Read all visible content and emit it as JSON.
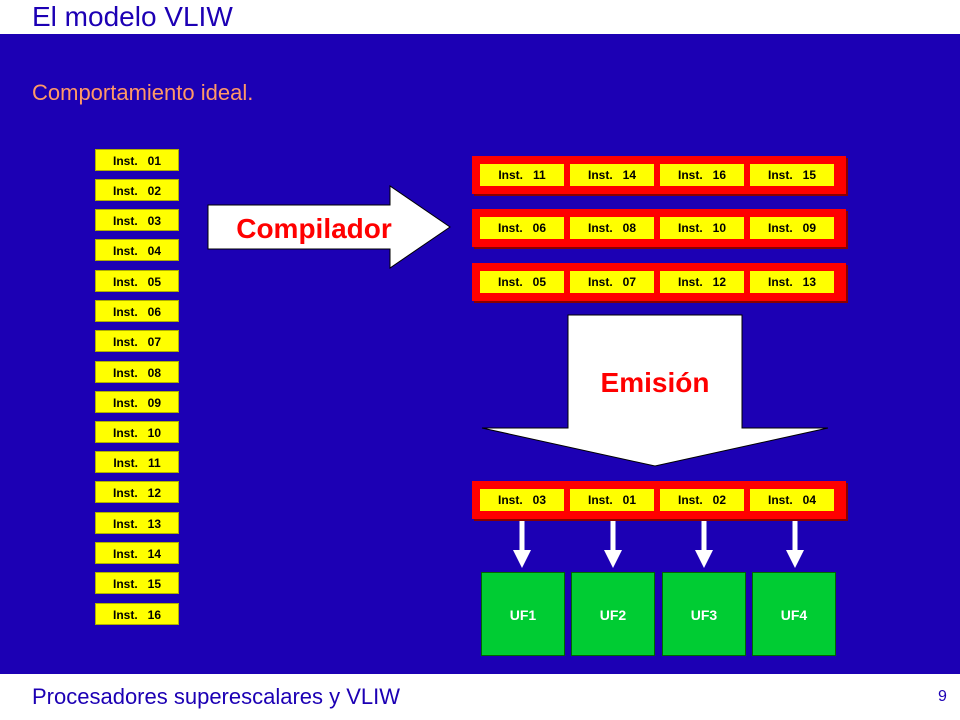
{
  "title": "El modelo VLIW",
  "subtitle": "Comportamiento ideal.",
  "instruction_list": [
    "Inst.   01",
    "Inst.   02",
    "Inst.   03",
    "Inst.   04",
    "Inst.   05",
    "Inst.   06",
    "Inst.   07",
    "Inst.   08",
    "Inst.   09",
    "Inst.   10",
    "Inst.   11",
    "Inst.   12",
    "Inst.   13",
    "Inst.   14",
    "Inst.   15",
    "Inst.   16"
  ],
  "compiler_label": "Compilador",
  "vliw_words": [
    [
      "Inst.   11",
      "Inst.   14",
      "Inst.   16",
      "Inst.   15"
    ],
    [
      "Inst.   06",
      "Inst.   08",
      "Inst.   10",
      "Inst.   09"
    ],
    [
      "Inst.   05",
      "Inst.   07",
      "Inst.   12",
      "Inst.   13"
    ]
  ],
  "emission_label": "Emisión",
  "issued_word": [
    "Inst.   03",
    "Inst.   01",
    "Inst.   02",
    "Inst.   04"
  ],
  "functional_units": [
    "UF1",
    "UF2",
    "UF3",
    "UF4"
  ],
  "footer": "Procesadores superescalares y VLIW",
  "page_number": "9",
  "colors": {
    "background": "#1c00b4",
    "instruction": "#ffff00",
    "word_frame": "#ff0000",
    "functional_unit": "#00cc33",
    "subtitle": "#ff9966"
  }
}
